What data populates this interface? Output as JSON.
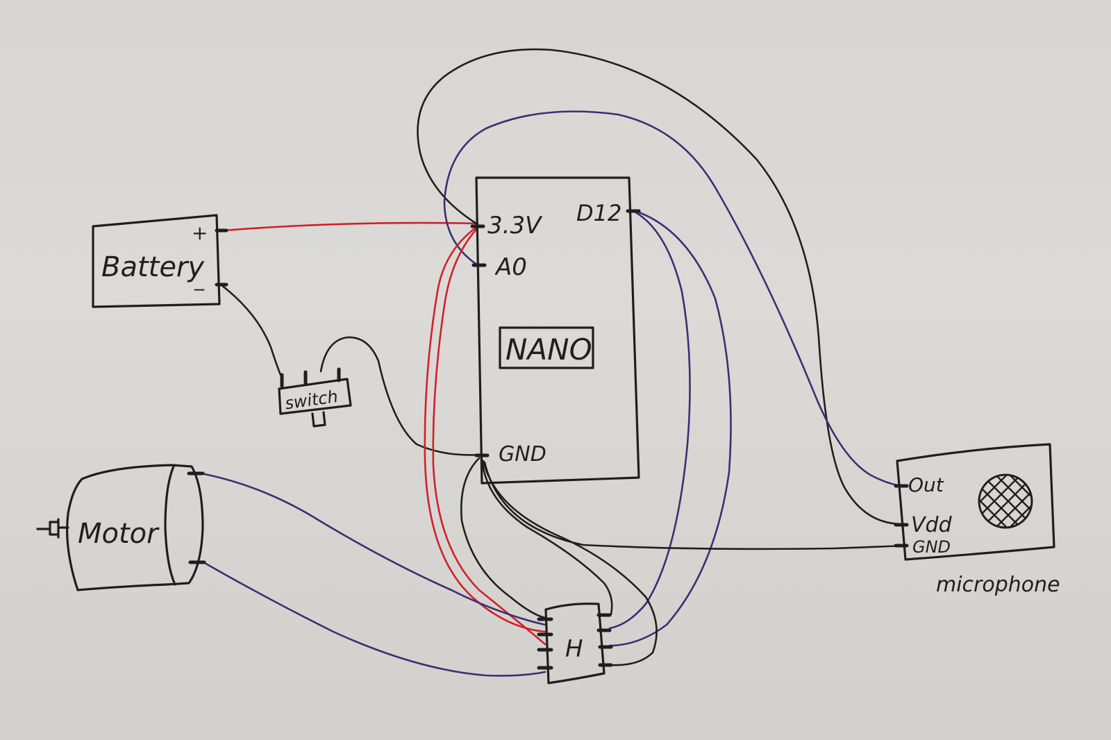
{
  "components": {
    "battery": {
      "label": "Battery",
      "plus": "+",
      "minus": "_"
    },
    "switch": {
      "label": "switch"
    },
    "nano": {
      "label": "NANO",
      "pin_33v": "3.3V",
      "pin_a0": "A0",
      "pin_d12": "D12",
      "pin_gnd": "GND"
    },
    "motor": {
      "label": "Motor"
    },
    "hbridge": {
      "label": "H"
    },
    "microphone": {
      "label": "microphone",
      "pin_out": "Out",
      "pin_vdd": "Vdd",
      "pin_gnd": "GND"
    }
  },
  "colors": {
    "black_wire": "#1f1f1f",
    "red_wire": "#d0202a",
    "blue_wire": "#3a2f72",
    "ink": "#1e1e1e"
  }
}
